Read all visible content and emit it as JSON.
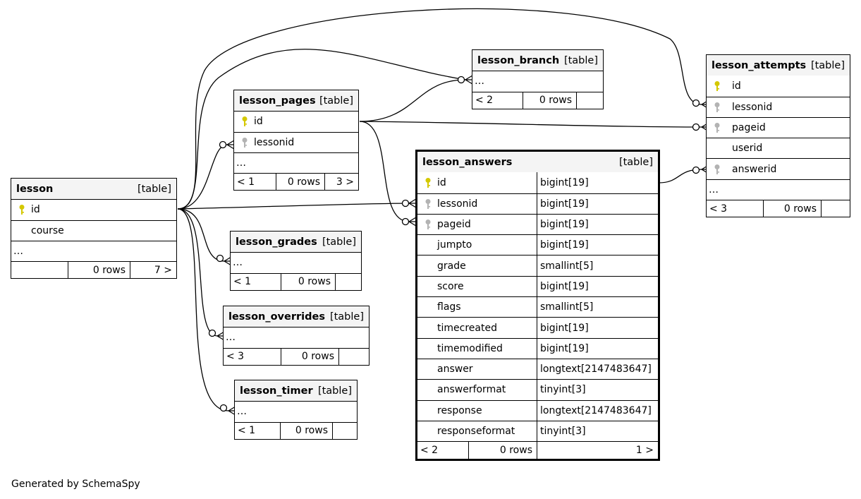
{
  "tables": {
    "lesson": {
      "name": "lesson",
      "kind": "[table]",
      "columns": [
        {
          "name": "id",
          "key": "primary"
        },
        {
          "name": "course",
          "key": "none"
        }
      ],
      "ellipsis": "…",
      "footer": {
        "parents": "",
        "rows": "0 rows",
        "children": "7 >"
      }
    },
    "lesson_pages": {
      "name": "lesson_pages",
      "kind": "[table]",
      "columns": [
        {
          "name": "id",
          "key": "primary"
        },
        {
          "name": "lessonid",
          "key": "foreign"
        }
      ],
      "ellipsis": "…",
      "footer": {
        "parents": "< 1",
        "rows": "0 rows",
        "children": "3 >"
      }
    },
    "lesson_branch": {
      "name": "lesson_branch",
      "kind": "[table]",
      "ellipsis": "…",
      "footer": {
        "parents": "< 2",
        "rows": "0 rows",
        "children": ""
      }
    },
    "lesson_grades": {
      "name": "lesson_grades",
      "kind": "[table]",
      "ellipsis": "…",
      "footer": {
        "parents": "< 1",
        "rows": "0 rows",
        "children": ""
      }
    },
    "lesson_overrides": {
      "name": "lesson_overrides",
      "kind": "[table]",
      "ellipsis": "…",
      "footer": {
        "parents": "< 3",
        "rows": "0 rows",
        "children": ""
      }
    },
    "lesson_timer": {
      "name": "lesson_timer",
      "kind": "[table]",
      "ellipsis": "…",
      "footer": {
        "parents": "< 1",
        "rows": "0 rows",
        "children": ""
      }
    },
    "lesson_answers": {
      "name": "lesson_answers",
      "kind": "[table]",
      "columns": [
        {
          "name": "id",
          "type": "bigint[19]",
          "key": "primary"
        },
        {
          "name": "lessonid",
          "type": "bigint[19]",
          "key": "foreign"
        },
        {
          "name": "pageid",
          "type": "bigint[19]",
          "key": "foreign"
        },
        {
          "name": "jumpto",
          "type": "bigint[19]",
          "key": "none"
        },
        {
          "name": "grade",
          "type": "smallint[5]",
          "key": "none"
        },
        {
          "name": "score",
          "type": "bigint[19]",
          "key": "none"
        },
        {
          "name": "flags",
          "type": "smallint[5]",
          "key": "none"
        },
        {
          "name": "timecreated",
          "type": "bigint[19]",
          "key": "none"
        },
        {
          "name": "timemodified",
          "type": "bigint[19]",
          "key": "none"
        },
        {
          "name": "answer",
          "type": "longtext[2147483647]",
          "key": "none"
        },
        {
          "name": "answerformat",
          "type": "tinyint[3]",
          "key": "none"
        },
        {
          "name": "response",
          "type": "longtext[2147483647]",
          "key": "none"
        },
        {
          "name": "responseformat",
          "type": "tinyint[3]",
          "key": "none"
        }
      ],
      "footer": {
        "parents": "< 2",
        "rows": "0 rows",
        "children": "1 >"
      }
    },
    "lesson_attempts": {
      "name": "lesson_attempts",
      "kind": "[table]",
      "columns": [
        {
          "name": "id",
          "key": "primary"
        },
        {
          "name": "lessonid",
          "key": "foreign"
        },
        {
          "name": "pageid",
          "key": "foreign"
        },
        {
          "name": "userid",
          "key": "none"
        },
        {
          "name": "answerid",
          "key": "foreign"
        }
      ],
      "ellipsis": "…",
      "footer": {
        "parents": "< 3",
        "rows": "0 rows",
        "children": ""
      }
    }
  },
  "colors": {
    "primary_key": "#d4c800",
    "foreign_key": "#b3b3b3",
    "header_bg": "#f4f4f4"
  },
  "credit": "Generated by SchemaSpy"
}
